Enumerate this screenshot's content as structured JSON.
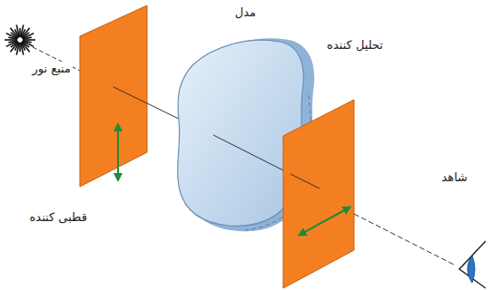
{
  "diagram": {
    "labels": [
      "منبع نور",
      "قطبی کننده",
      "مدل",
      "تحلیل کننده",
      "شاهد"
    ]
  }
}
